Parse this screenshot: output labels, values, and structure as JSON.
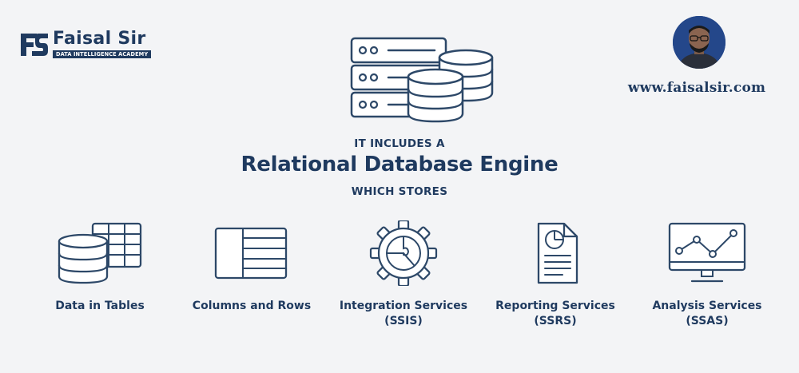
{
  "brand": {
    "name": "Faisal Sir",
    "tagline": "DATA INTELLIGENCE ACADEMY",
    "logo_icon": "stylized-fs-logo-icon"
  },
  "profile": {
    "avatar_icon": "instructor-portrait",
    "website": "www.faisalsir.com"
  },
  "hero": {
    "icon": "server-rack-with-database-icon",
    "eyebrow_top": "IT INCLUDES A",
    "headline": "Relational Database Engine",
    "eyebrow_bottom": "WHICH STORES"
  },
  "features": [
    {
      "icon": "database-table-icon",
      "label": "Data in Tables",
      "sub": ""
    },
    {
      "icon": "columns-rows-grid-icon",
      "label": "Columns and Rows",
      "sub": ""
    },
    {
      "icon": "gear-puzzle-icon",
      "label": "Integration Services",
      "sub": "(SSIS)"
    },
    {
      "icon": "report-document-icon",
      "label": "Reporting Services",
      "sub": "(SSRS)"
    },
    {
      "icon": "monitor-line-chart-icon",
      "label": "Analysis Services",
      "sub": "(SSAS)"
    }
  ],
  "colors": {
    "background": "#f3f4f6",
    "text": "#1f3a5f",
    "icon_stroke": "#2d4868"
  }
}
